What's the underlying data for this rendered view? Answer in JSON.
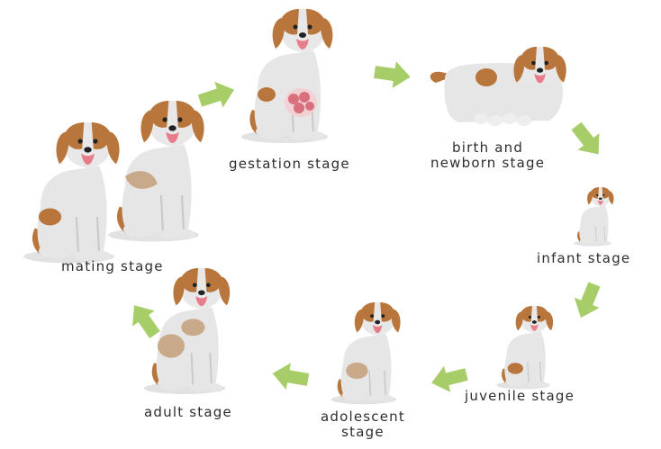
{
  "diagram": {
    "stages": [
      {
        "id": "gestation",
        "lines": [
          "gestation stage"
        ]
      },
      {
        "id": "birth",
        "lines": [
          "birth and",
          "newborn stage"
        ]
      },
      {
        "id": "infant",
        "lines": [
          "infant stage"
        ]
      },
      {
        "id": "juvenile",
        "lines": [
          "juvenile stage"
        ]
      },
      {
        "id": "adolescent",
        "lines": [
          "adolescent",
          "stage"
        ]
      },
      {
        "id": "adult",
        "lines": [
          "adult stage"
        ]
      },
      {
        "id": "mating",
        "lines": [
          "mating stage"
        ]
      }
    ],
    "colors": {
      "arrow": "#a6cd68",
      "fur_light": "#e6e6e6",
      "fur_shadow": "#cfcfcf",
      "patch_brown": "#b9763c",
      "patch_dark": "#8c5a2f",
      "patch_tan": "#c8a98a",
      "tongue": "#e77d8a",
      "puppies_in_womb": "#d8707e",
      "text": "#2d2d2d"
    },
    "icons": [
      "beagle-dog-icon",
      "cycle-arrow-icon"
    ]
  }
}
